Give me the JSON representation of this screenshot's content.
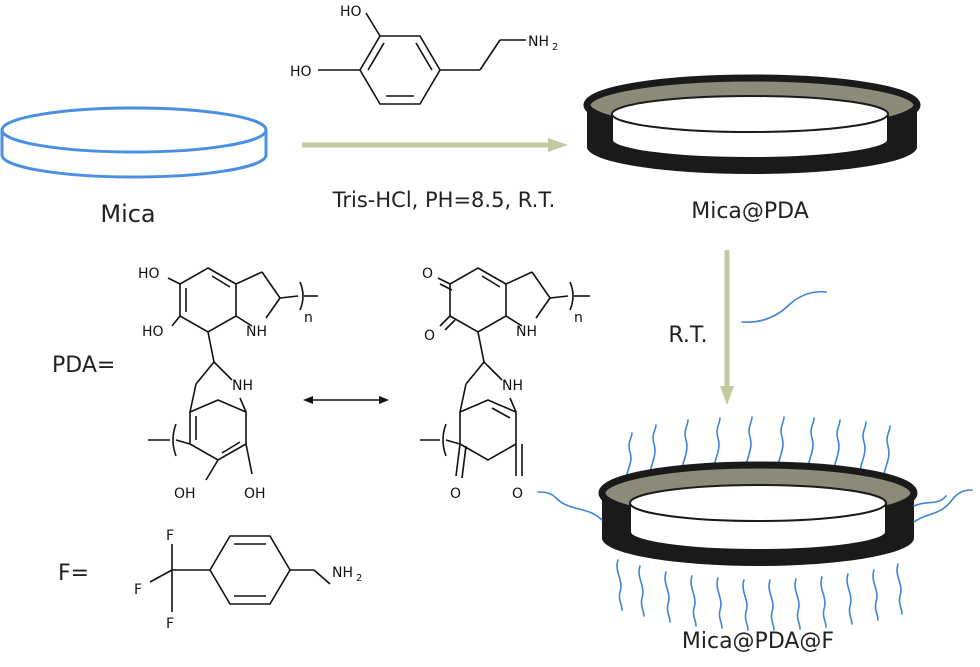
{
  "labels": {
    "mica": "Mica",
    "conditions": "Tris-HCl, PH=8.5, R.T.",
    "mica_pda": "Mica@PDA",
    "rt": "R.T.",
    "mica_pda_f": "Mica@PDA@F",
    "pda_eq": "PDA=",
    "f_eq": "F="
  },
  "chem": {
    "ho": "HO",
    "oh": "OH",
    "nh2": "NH",
    "nh2_sub": "2",
    "nh": "NH",
    "n_index": "n",
    "o": "O",
    "f": "F"
  },
  "colors": {
    "mica_outline": "#4a90e2",
    "arrow": "#c5c9a0",
    "ring_dark": "#1a1a1a",
    "ring_inner": "#8c8a78",
    "fiber": "#3b86d6"
  }
}
